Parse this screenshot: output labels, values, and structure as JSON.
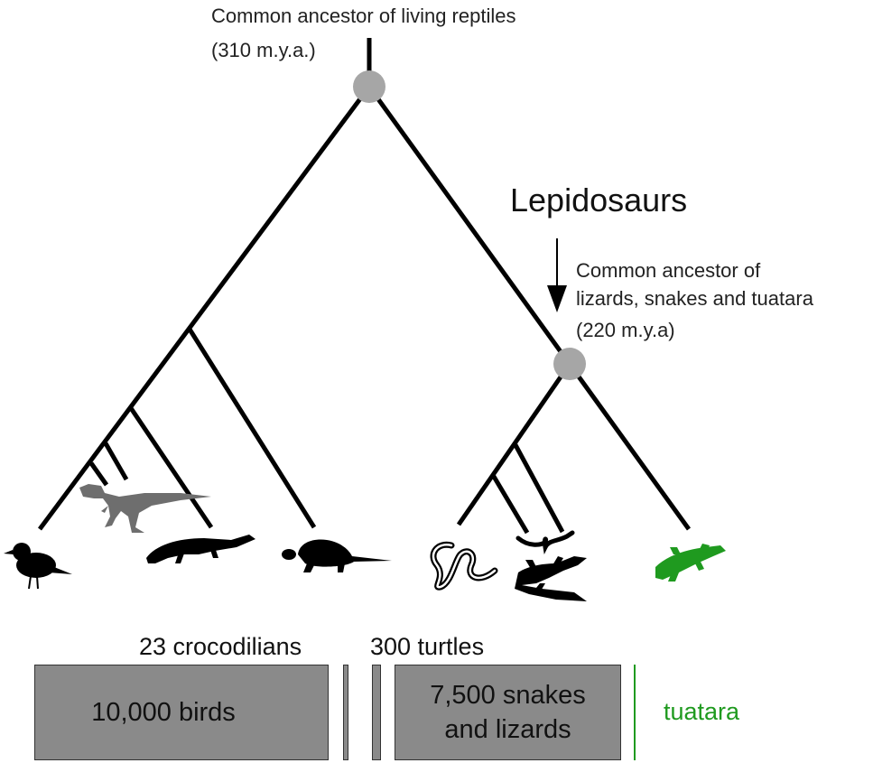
{
  "labels": {
    "root_ancestor": "Common ancestor of living reptiles",
    "root_age": "(310 m.y.a.)",
    "clade_title": "Lepidosaurs",
    "lepido_ancestor_line1": "Common ancestor of",
    "lepido_ancestor_line2": "lizards, snakes and tuatara",
    "lepido_age": "(220 m.y.a)"
  },
  "counts": {
    "crocodilians": "23 crocodilians",
    "turtles": "300 turtles",
    "birds": "10,000 birds",
    "snakes_lizards_line1": "7,500 snakes",
    "snakes_lizards_line2": "and lizards",
    "tuatara": "tuatara"
  },
  "colors": {
    "branch": "#000000",
    "node": "#a6a6a6",
    "box_fill": "#8a8a8a",
    "tuatara": "#1f9a1f",
    "dinosaur": "#6e6e6e"
  },
  "icons": [
    "bird-icon",
    "dinosaur-icon",
    "crocodile-icon",
    "turtle-icon",
    "snake-icon",
    "lizard-icon",
    "amphisbaenian-icon",
    "tuatara-icon"
  ]
}
